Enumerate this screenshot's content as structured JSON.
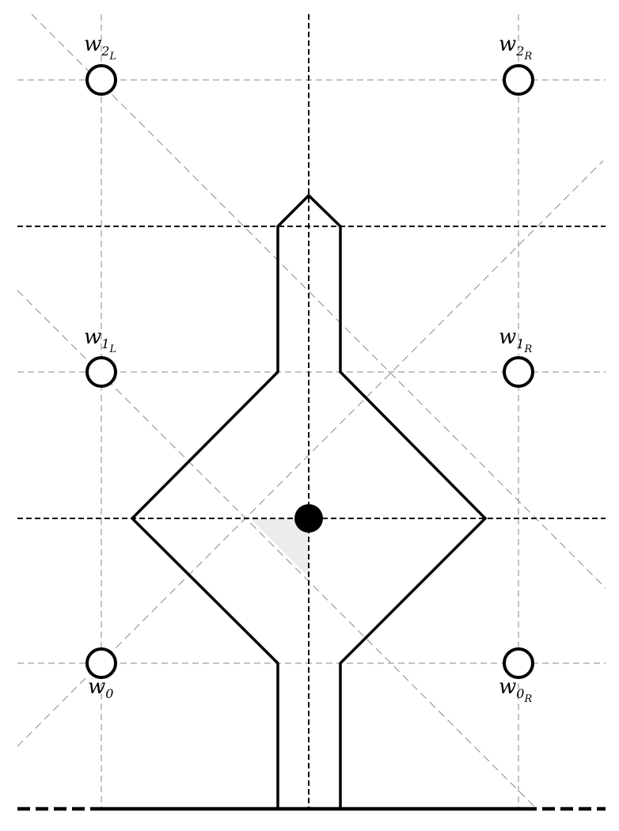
{
  "diagram": {
    "colors": {
      "stroke": "#000000",
      "grid_thin": "#8a8a8a",
      "grid_diag": "#8a8a8a",
      "shade": "#ececec",
      "node_fill": "#ffffff",
      "center_fill": "#000000"
    },
    "labels": {
      "w2L": {
        "base": "w",
        "sub": "2",
        "subsub": "L"
      },
      "w2R": {
        "base": "w",
        "sub": "2",
        "subsub": "R"
      },
      "w1L": {
        "base": "w",
        "sub": "1",
        "subsub": "L"
      },
      "w1R": {
        "base": "w",
        "sub": "1",
        "subsub": "R"
      },
      "w0": {
        "base": "w",
        "sub": "0",
        "subsub": ""
      },
      "w0R": {
        "base": "w",
        "sub": "0",
        "subsub": "R"
      }
    }
  }
}
